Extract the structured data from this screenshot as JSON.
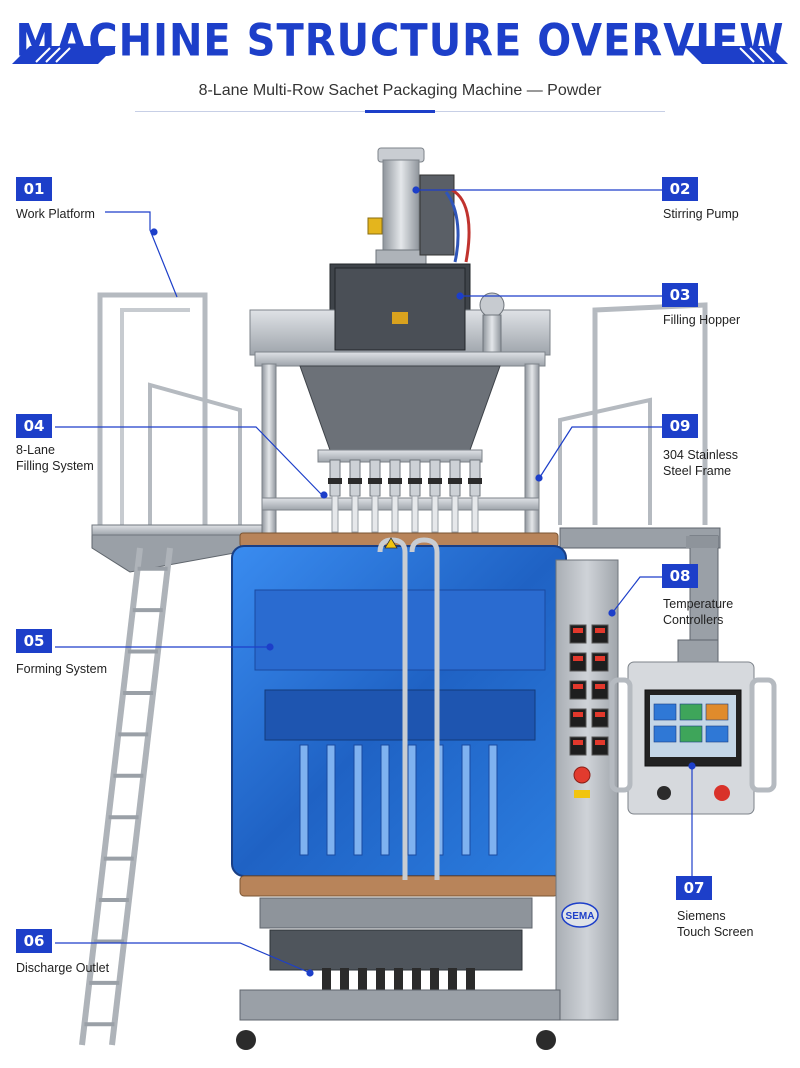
{
  "header": {
    "title": "MACHINE STRUCTURE OVERVIEW",
    "subtitle": "8-Lane Multi-Row Sachet Packaging Machine — Powder"
  },
  "brand": {
    "logo_text": "SEMA"
  },
  "colors": {
    "accent": "#1d3fc9",
    "panel_blue": "#2f78d6",
    "steel": "#b9bec4",
    "wood": "#b8845a"
  },
  "callouts": [
    {
      "number": "01",
      "line1": "Work Platform",
      "line2": ""
    },
    {
      "number": "02",
      "line1": "Stirring Pump",
      "line2": ""
    },
    {
      "number": "03",
      "line1": "Filling Hopper",
      "line2": ""
    },
    {
      "number": "04",
      "line1": "8-Lane",
      "line2": "Filling System"
    },
    {
      "number": "05",
      "line1": "Forming System",
      "line2": ""
    },
    {
      "number": "06",
      "line1": "Discharge Outlet",
      "line2": ""
    },
    {
      "number": "07",
      "line1": "Siemens",
      "line2": "Touch Screen"
    },
    {
      "number": "08",
      "line1": "Temperature",
      "line2": "Controllers"
    },
    {
      "number": "09",
      "line1": "304 Stainless",
      "line2": "Steel Frame"
    }
  ]
}
